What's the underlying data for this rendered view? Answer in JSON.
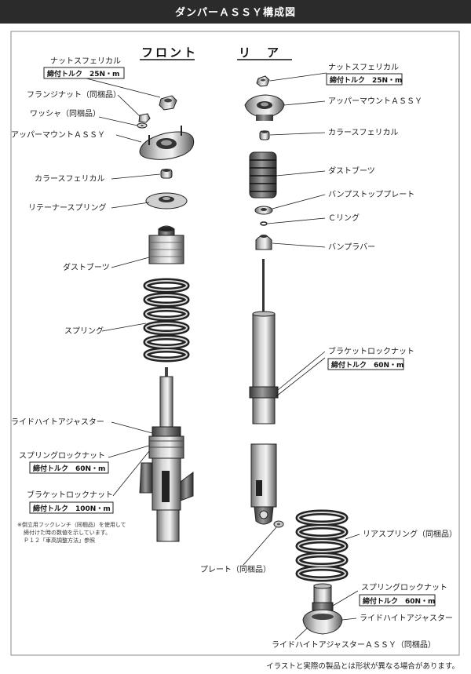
{
  "title": "ダンパーＡＳＳＹ構成図",
  "sections": {
    "front": "フロント",
    "rear": "リ　ア"
  },
  "front_labels": {
    "nut_spherical": "ナットスフェリカル",
    "nut_torque": "締付トルク　25N・m",
    "flange_nut": "フランジナット（同梱品）",
    "washer": "ワッシャ（同梱品）",
    "upper_mount": "アッパーマウントＡＳＳＹ",
    "collar_spherical": "カラースフェリカル",
    "retainer_spring": "リテーナースプリング",
    "dust_boot": "ダストブーツ",
    "spring": "スプリング",
    "ride_height_adjuster": "ライドハイトアジャスター",
    "spring_lock_nut": "スプリングロックナット",
    "spring_lock_torque": "締付トルク　60N・m",
    "bracket_lock_nut": "ブラケットロックナット",
    "bracket_lock_torque": "締付トルク　100N・m"
  },
  "front_note": [
    "※倒立用フックレンチ（同梱品）を使用して",
    "締付けた時の数値を示しています。",
    "Ｐ１２「車高調整方法」参照"
  ],
  "rear_labels": {
    "nut_spherical": "ナットスフェリカル",
    "nut_torque": "締付トルク　25N・m",
    "upper_mount": "アッパーマウントＡＳＳＹ",
    "collar_spherical": "カラースフェリカル",
    "dust_boot": "ダストブーツ",
    "bump_stop_plate": "バンプストッププレート",
    "c_ring": "Ｃリング",
    "bump_rubber": "バンプラバー",
    "bracket_lock_nut": "ブラケットロックナット",
    "bracket_lock_torque": "締付トルク　60N・m",
    "plate": "プレート（同梱品）",
    "rear_spring": "リアスプリング（同梱品）",
    "spring_lock_nut": "スプリングロックナット",
    "spring_lock_torque": "締付トルク　60N・m",
    "ride_height_adjuster": "ライドハイトアジャスター",
    "ride_height_adjuster_assy": "ライドハイトアジャスターＡＳＳＹ（同梱品）"
  },
  "footer": "イラストと実際の製品とは形状が異なる場合があります。"
}
